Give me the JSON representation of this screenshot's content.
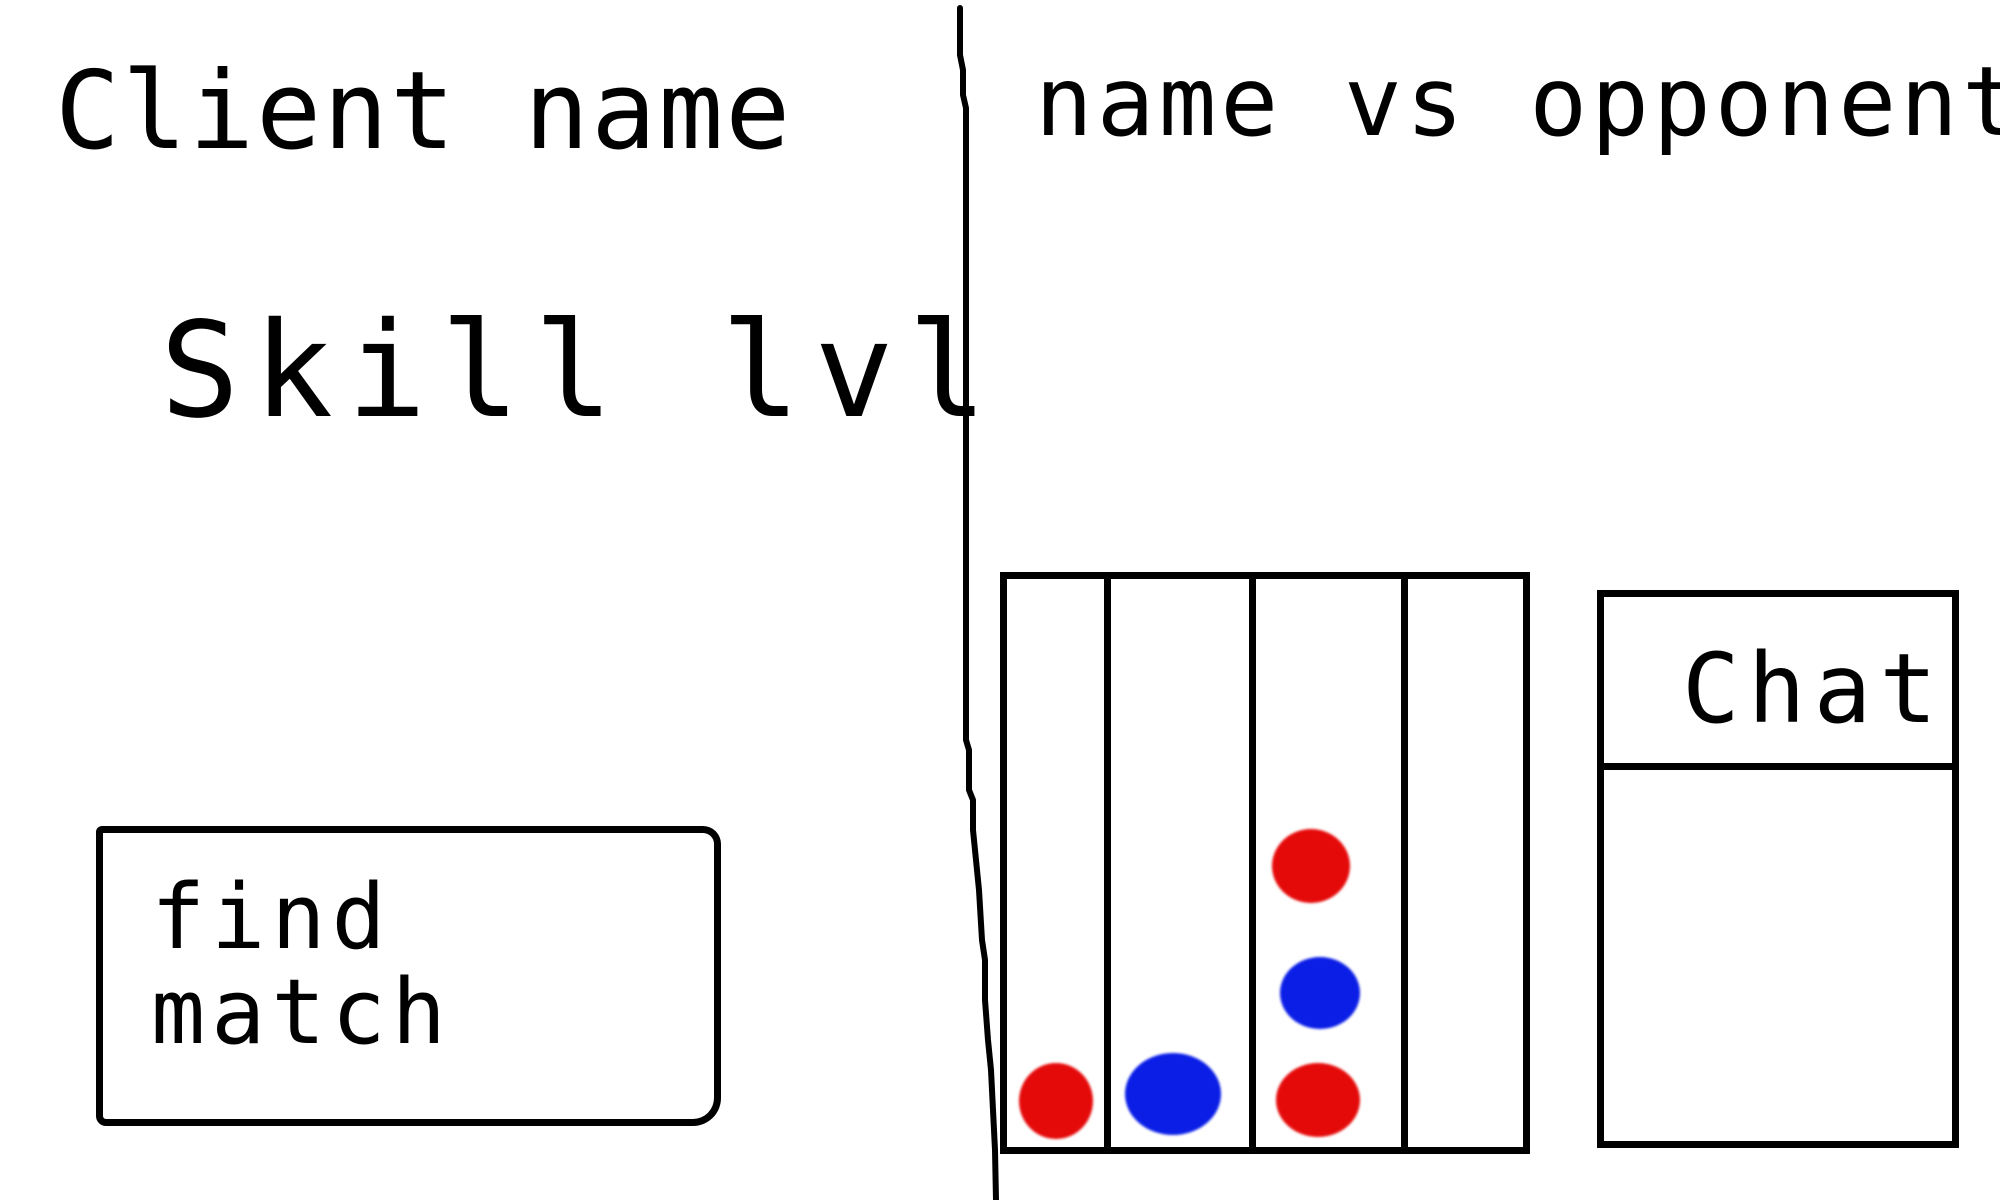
{
  "left_panel": {
    "client_name": "Client name",
    "skill_level": "Skill lvl",
    "find_match_button": {
      "line1": "find",
      "line2": "match"
    }
  },
  "right_panel": {
    "match_title": "name vs opponent",
    "board": {
      "columns": [
        {
          "discs": [
            "red"
          ]
        },
        {
          "discs": [
            "blue"
          ]
        },
        {
          "discs": [
            "red",
            "blue",
            "red"
          ]
        },
        {
          "discs": []
        }
      ]
    },
    "chat": {
      "title": "Chat"
    }
  },
  "colors": {
    "ink": "#000000",
    "red_disc": "#e50a0a",
    "blue_disc": "#0a1ee6",
    "background": "#ffffff"
  }
}
